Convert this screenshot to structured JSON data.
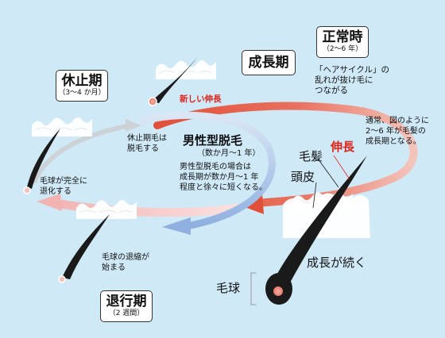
{
  "phases": {
    "normal": {
      "title": "正常時",
      "sub": "（2〜6 年）"
    },
    "growth": {
      "title": "成長期"
    },
    "rest": {
      "title": "休止期",
      "sub": "（3〜4 か月）"
    },
    "regress": {
      "title": "退行期",
      "sub": "（2 週間）"
    }
  },
  "labels": {
    "hair_cycle": [
      "「ヘアサイクル」の",
      "乱れが抜け毛に",
      "つながる"
    ],
    "new_growth": "新しい伸長",
    "rest_shedding": [
      "休止期毛は",
      "脱毛する"
    ],
    "bulb_complete": [
      "毛球が完全に",
      "退化する"
    ],
    "bulb_shrink": [
      "毛球の退縮が",
      "始まる"
    ],
    "normal_note": [
      "通常、図のように",
      "2〜6 年が毛髪の",
      "成長期となる。"
    ],
    "hair": "毛髪",
    "extension": "伸長",
    "scalp": "頭皮",
    "keep_growing": "成長が続く",
    "bulb": "毛球"
  },
  "mpb": {
    "title": "男性型脱毛",
    "sub": "（数か月〜1 年）",
    "desc": [
      "男性型脱毛の場合は",
      "成長期が数か月〜1 年",
      "程度と徐々に短くなる。"
    ]
  },
  "colors": {
    "background": "#cfe9f7",
    "red_arrow": "#e8715f",
    "blue_arrow": "#a9c4e8",
    "grey_arrow": "#cdd2d6",
    "pink_arrow": "#f6c3c3",
    "hair": "#1a1a1a",
    "bulb": "#ef8d7f",
    "accent_red": "#e0241b"
  }
}
